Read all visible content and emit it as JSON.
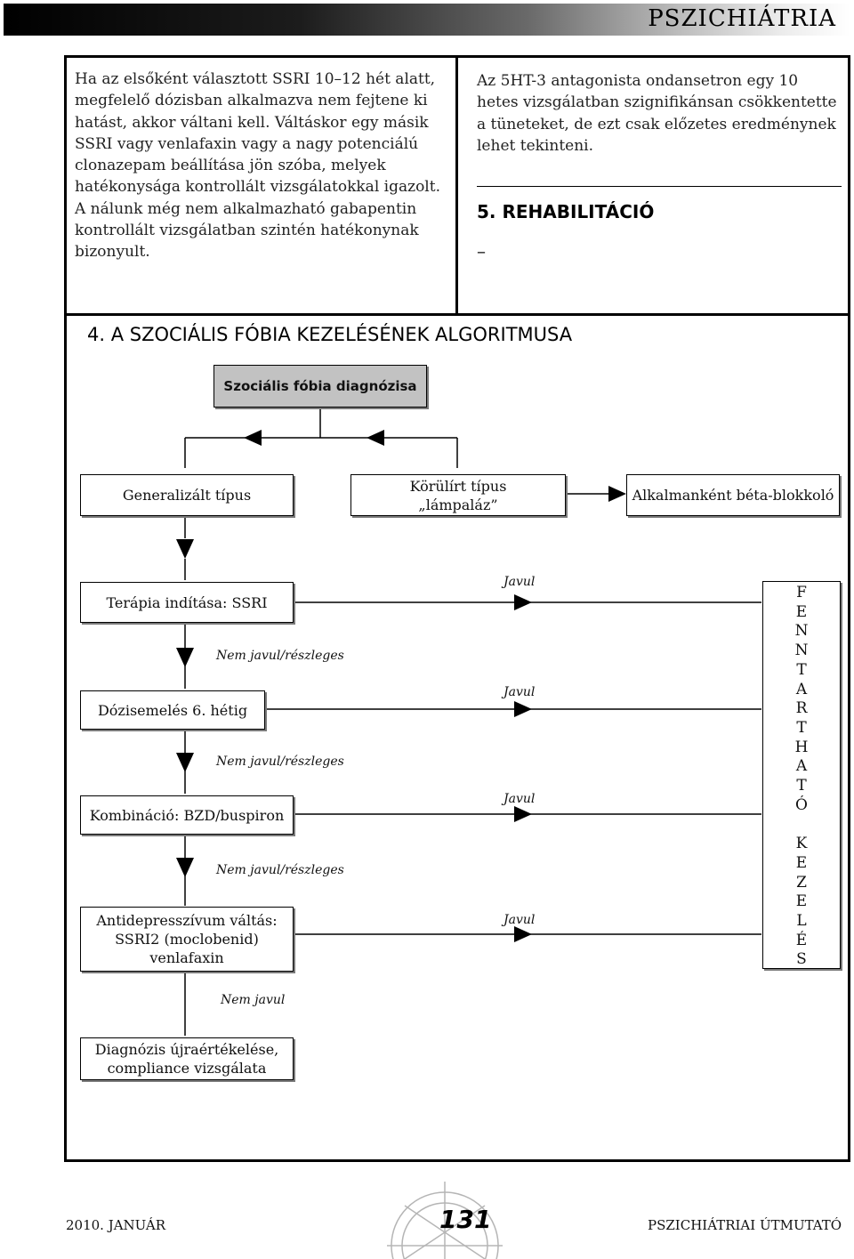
{
  "header": {
    "title": "PSZICHIÁTRIA"
  },
  "left_paragraph": "Ha az elsőként választott SSRI 10–12 hét alatt, megfelelő dózisban alkalmazva nem fejtene ki hatást, akkor váltani kell. Váltáskor egy másik SSRI vagy venlafaxin vagy a nagy potenciálú clonazepam beállítása jön szóba, melyek hatékonysága kontrollált vizsgálatokkal igazolt. A nálunk még nem alkalmazható gabapentin kontrollált vizsgálatban szintén hatékonynak bizonyult.",
  "right_paragraph": "Az 5HT-3 antagonista ondansetron egy 10 hetes vizsgálatban szignifikánsan csökkentette a tüneteket, de ezt csak előzetes eredménynek lehet tekinteni.",
  "rehab_heading": "5. REHABILITÁCIÓ",
  "rehab_content": "–",
  "algorithm": {
    "title": "4. A SZOCIÁLIS FÓBIA KEZELÉSÉNEK ALGORITMUSA",
    "diagnosis": "Szociális fóbia diagnózisa",
    "generalized": "Generalizált típus",
    "circumscribed_line1": "Körülírt típus",
    "circumscribed_line2": "„lámpaláz”",
    "beta_blocker": "Alkalmanként béta-blokkoló",
    "step1": "Terápia indítása: SSRI",
    "step2": "Dózisemelés 6. hétig",
    "step3": "Kombináció: BZD/buspiron",
    "step4_line1": "Antidepresszívum váltás:",
    "step4_line2": "SSRI2 (moclobenid)",
    "step4_line3": "venlafaxin",
    "step5_line1": "Diagnózis újraértékelése,",
    "step5_line2": "compliance vizsgálata",
    "label_improves": "Javul",
    "label_partial": "Nem javul/részleges",
    "label_no_improve": "Nem javul",
    "maintenance": "F\nE\nN\nN\nT\nA\nR\nT\nH\nA\nT\nÓ\n\nK\nE\nZ\nE\nL\nÉ\nS"
  },
  "footer": {
    "date": "2010. JANUÁR",
    "page_number": "131",
    "publication": "PSZICHIÁTRIAI ÚTMUTATÓ"
  }
}
